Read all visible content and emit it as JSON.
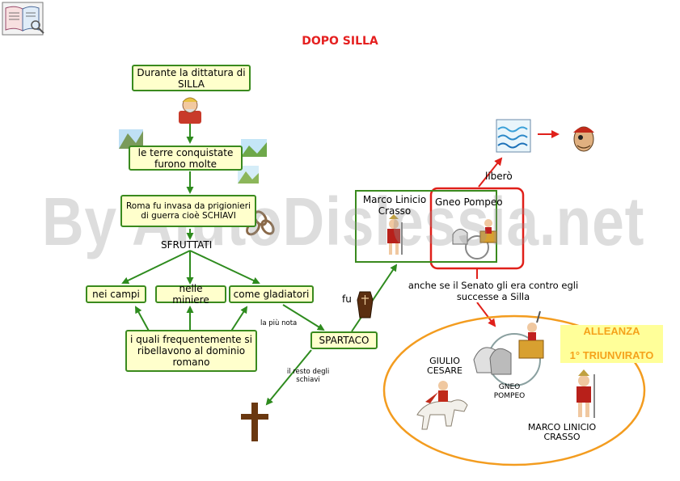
{
  "title": "DOPO SILLA",
  "watermark": "By AiutoDislessia.net",
  "nodes": {
    "dittatura": "Durante la dittatura di SILLA",
    "terre": "le terre conquistate furono molte",
    "roma": "Roma fu invasa da prigionieri di guerra cioè SCHIAVI",
    "sfruttati": "SFRUTTATI",
    "campi": "nei campi",
    "miniere": "nelle miniere",
    "gladiatori": "come gladiatori",
    "ribellavano": "i quali frequentemente si ribellavono al dominio romano",
    "spartaco": "SPARTACO",
    "crasso": "Marco Linicio Crasso",
    "pompeo": "Gneo Pompeo"
  },
  "edge_labels": {
    "piu_nota": "la più nota",
    "resto_schiavi": "il resto degli schiavi",
    "fu": "fu",
    "libero": "liberò",
    "senato": "anche se il Senato gli era contro egli successe a Silla"
  },
  "alliance": {
    "line1": "ALLEANZA",
    "line2": "1° TRIUNVIRATO",
    "cesare": "GIULIO CESARE",
    "pompeo": "GNEO POMPEO",
    "crasso": "MARCO LINICIO CRASSO"
  },
  "colors": {
    "title": "#e52020",
    "box_fill": "#ffffcc",
    "box_border": "#3a8a1e",
    "arrow": "#2e8b1e",
    "red_arrow": "#e0201a",
    "ellipse": "#f39c1f",
    "alliance_fill": "#ffff99",
    "alliance_text": "#f5a21b"
  },
  "icons": [
    "book-icon",
    "silla-portrait-icon",
    "landscape-icon",
    "chain-icon",
    "coffin-icon",
    "cross-icon",
    "sea-waves-icon",
    "pirate-icon",
    "soldier-icon",
    "chariot-icon",
    "horseman-icon"
  ]
}
